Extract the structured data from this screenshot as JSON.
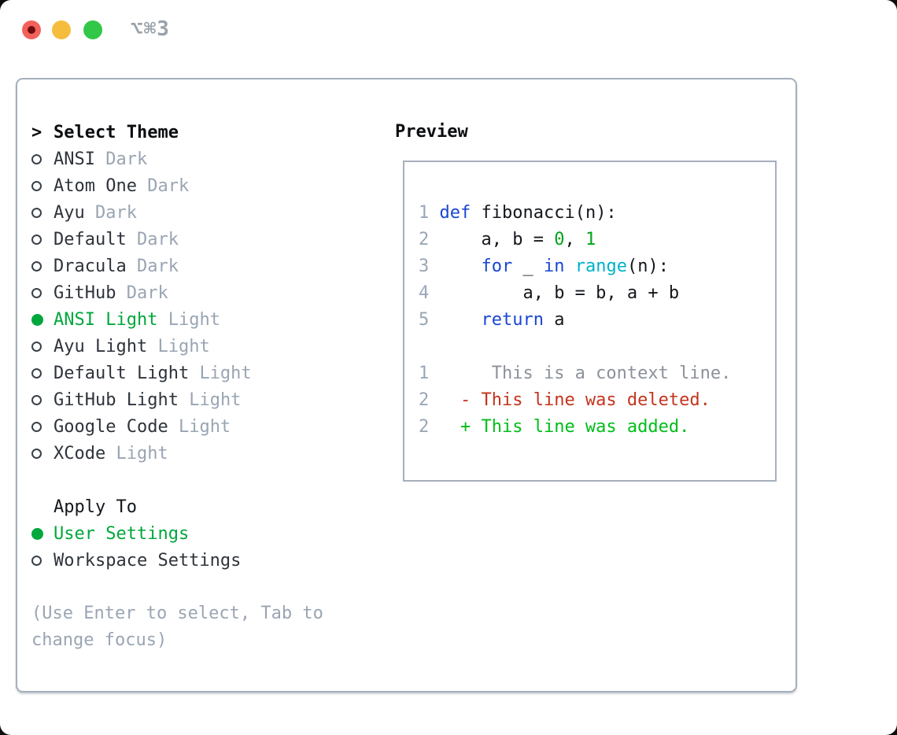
{
  "window": {
    "title": "⌥⌘3",
    "traffic_lights": [
      "close",
      "minimize",
      "zoom"
    ]
  },
  "colors": {
    "selection_green": "#00a73c",
    "added_green": "#00be19",
    "deleted_red": "#c4341e",
    "keyword_blue": "#1946d2",
    "function_cyan": "#00b2c8",
    "number_green": "#00a519",
    "muted_gray": "#9aa5b3",
    "panel_border": "#a6afbc",
    "text_dark": "#2e333b"
  },
  "theme_picker": {
    "prompt": ">",
    "title": "Select Theme",
    "items": [
      {
        "name": "ANSI",
        "variant": "Dark",
        "selected": false
      },
      {
        "name": "Atom One",
        "variant": "Dark",
        "selected": false
      },
      {
        "name": "Ayu",
        "variant": "Dark",
        "selected": false
      },
      {
        "name": "Default",
        "variant": "Dark",
        "selected": false
      },
      {
        "name": "Dracula",
        "variant": "Dark",
        "selected": false
      },
      {
        "name": "GitHub",
        "variant": "Dark",
        "selected": false
      },
      {
        "name": "ANSI Light",
        "variant": "Light",
        "selected": true
      },
      {
        "name": "Ayu Light",
        "variant": "Light",
        "selected": false
      },
      {
        "name": "Default Light",
        "variant": "Light",
        "selected": false
      },
      {
        "name": "GitHub Light",
        "variant": "Light",
        "selected": false
      },
      {
        "name": "Google Code",
        "variant": "Light",
        "selected": false
      },
      {
        "name": "XCode",
        "variant": "Light",
        "selected": false
      }
    ]
  },
  "apply_to": {
    "title": "Apply To",
    "options": [
      {
        "label": "User Settings",
        "selected": true
      },
      {
        "label": "Workspace Settings",
        "selected": false
      }
    ]
  },
  "hint": "(Use Enter to select, Tab to change focus)",
  "preview": {
    "title": "Preview",
    "lines": [
      {
        "num": "1",
        "tokens": [
          {
            "t": "def",
            "c": "kw"
          },
          {
            "t": " fibonacci(n):",
            "c": "pl"
          }
        ]
      },
      {
        "num": "2",
        "tokens": [
          {
            "t": "    a, b = ",
            "c": "pl"
          },
          {
            "t": "0",
            "c": "lit"
          },
          {
            "t": ", ",
            "c": "pl"
          },
          {
            "t": "1",
            "c": "lit"
          }
        ]
      },
      {
        "num": "3",
        "tokens": [
          {
            "t": "    ",
            "c": "pl"
          },
          {
            "t": "for",
            "c": "kw"
          },
          {
            "t": " _ ",
            "c": "pl"
          },
          {
            "t": "in",
            "c": "kw"
          },
          {
            "t": " ",
            "c": "pl"
          },
          {
            "t": "range",
            "c": "fn"
          },
          {
            "t": "(n):",
            "c": "pl"
          }
        ]
      },
      {
        "num": "4",
        "tokens": [
          {
            "t": "        a, b = b, a + b",
            "c": "pl"
          }
        ]
      },
      {
        "num": "5",
        "tokens": [
          {
            "t": "    ",
            "c": "pl"
          },
          {
            "t": "return",
            "c": "kw"
          },
          {
            "t": " a",
            "c": "pl"
          }
        ]
      },
      {
        "num": "",
        "tokens": []
      },
      {
        "num": "1",
        "tokens": [
          {
            "t": "     This is a context line.",
            "c": "ctx"
          }
        ]
      },
      {
        "num": "2",
        "tokens": [
          {
            "t": "  - This line was deleted.",
            "c": "del"
          }
        ]
      },
      {
        "num": "2",
        "tokens": [
          {
            "t": "  + This line was added.",
            "c": "add"
          }
        ]
      }
    ]
  }
}
